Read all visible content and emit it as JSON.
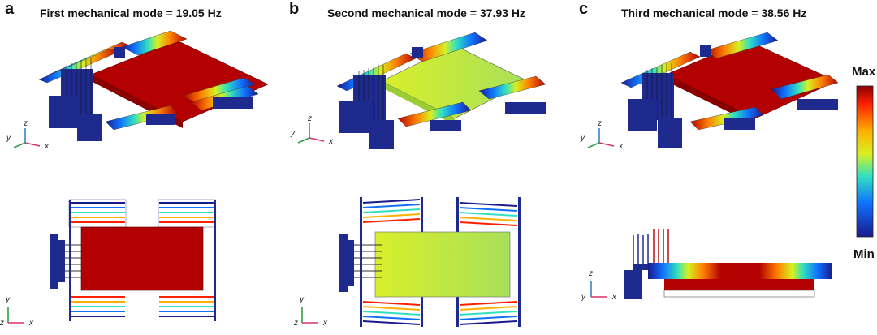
{
  "panels": [
    {
      "letter": "a",
      "title": "First mechanical mode = 19.05 Hz"
    },
    {
      "letter": "b",
      "title": "Second mechanical mode = 37.93 Hz"
    },
    {
      "letter": "c",
      "title": "Third mechanical mode = 38.56 Hz"
    }
  ],
  "colorbar": {
    "max_label": "Max",
    "min_label": "Min"
  },
  "axes": {
    "x": "x",
    "y": "y",
    "z": "z"
  },
  "colors": {
    "max": "#b30000",
    "mid": "#9acd32",
    "min": "#1a1a8c",
    "frame": "#1f2a8f"
  }
}
